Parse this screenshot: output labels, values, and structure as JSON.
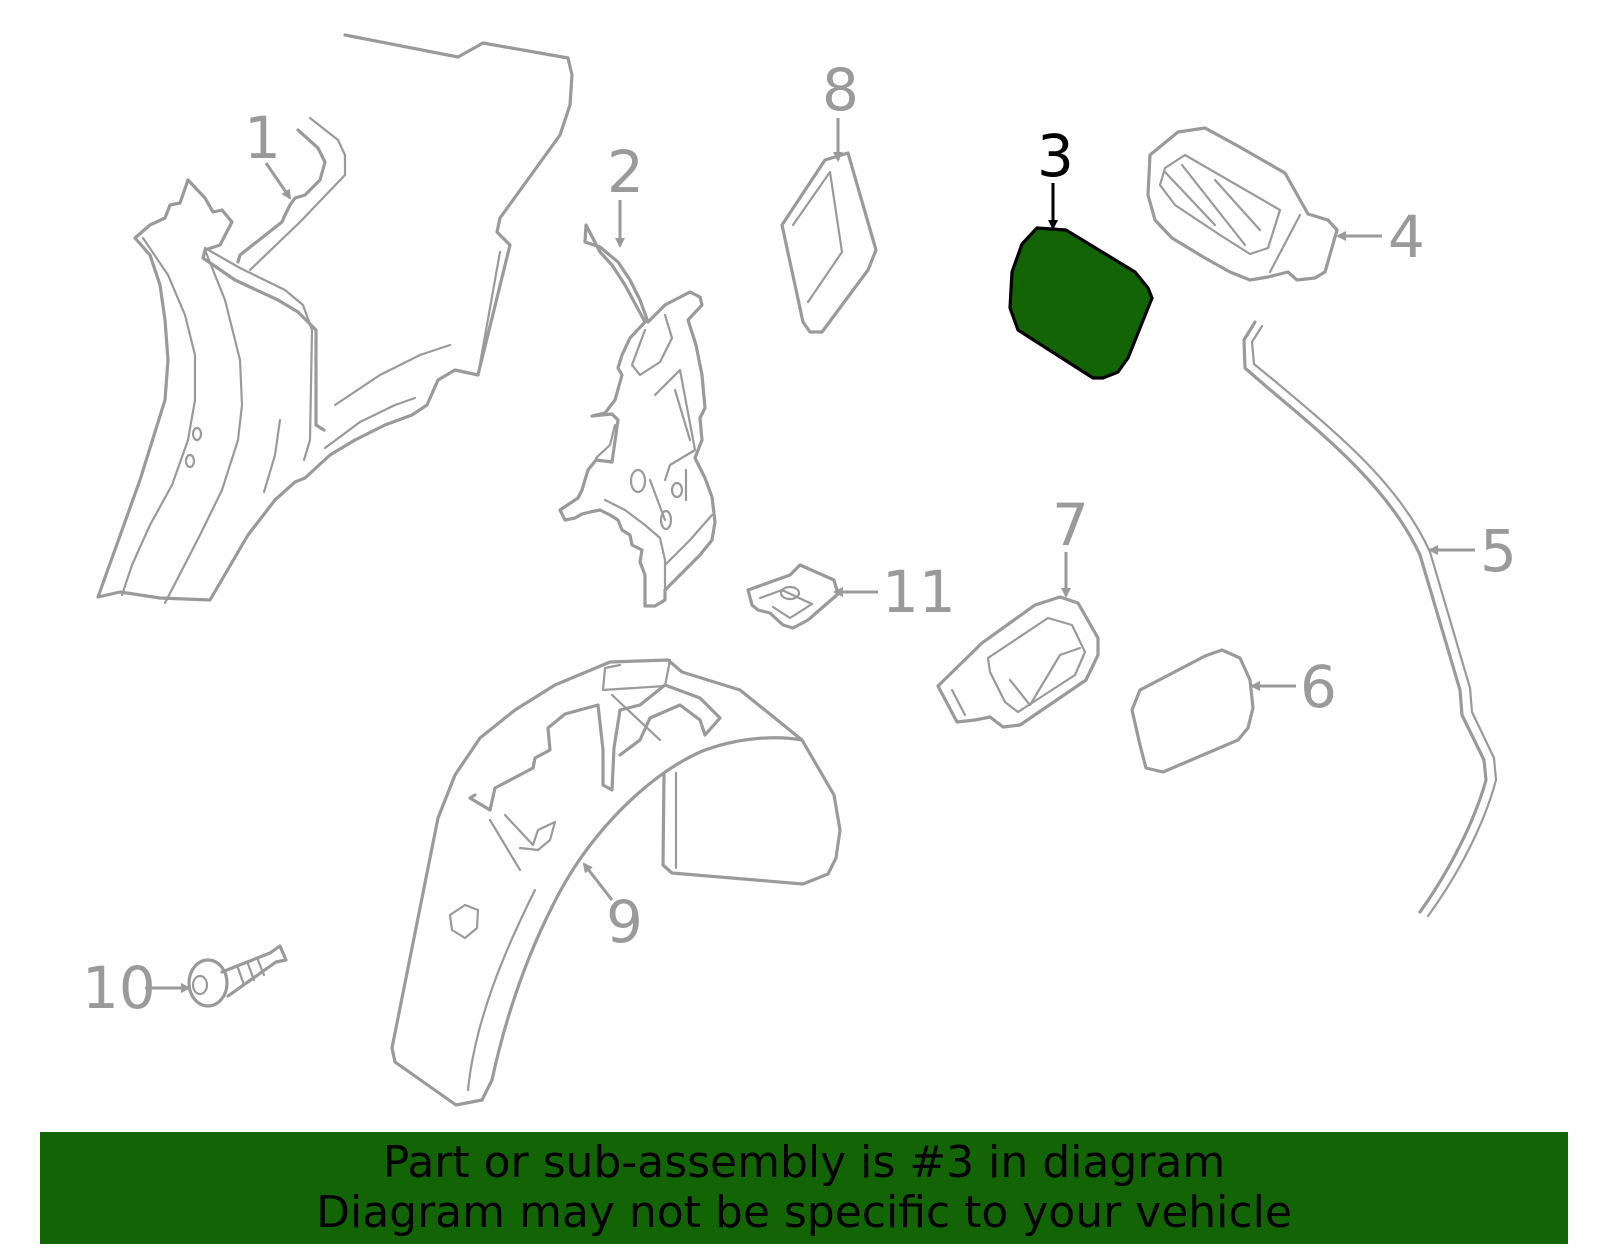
{
  "diagram": {
    "selected_part": "3",
    "callouts": [
      {
        "id": "1",
        "label": "1"
      },
      {
        "id": "2",
        "label": "2"
      },
      {
        "id": "3",
        "label": "3"
      },
      {
        "id": "4",
        "label": "4"
      },
      {
        "id": "5",
        "label": "5"
      },
      {
        "id": "6",
        "label": "6"
      },
      {
        "id": "7",
        "label": "7"
      },
      {
        "id": "8",
        "label": "8"
      },
      {
        "id": "9",
        "label": "9"
      },
      {
        "id": "10",
        "label": "10"
      },
      {
        "id": "11",
        "label": "11"
      }
    ]
  },
  "banner": {
    "line1": "Part or sub-assembly is #3 in diagram",
    "line2": "Diagram may not be specific to your vehicle"
  },
  "colors": {
    "highlight_fill": "#136405",
    "banner_background": "#136405",
    "part_outline": "#9a9a9a",
    "selected_label": "#000000"
  }
}
